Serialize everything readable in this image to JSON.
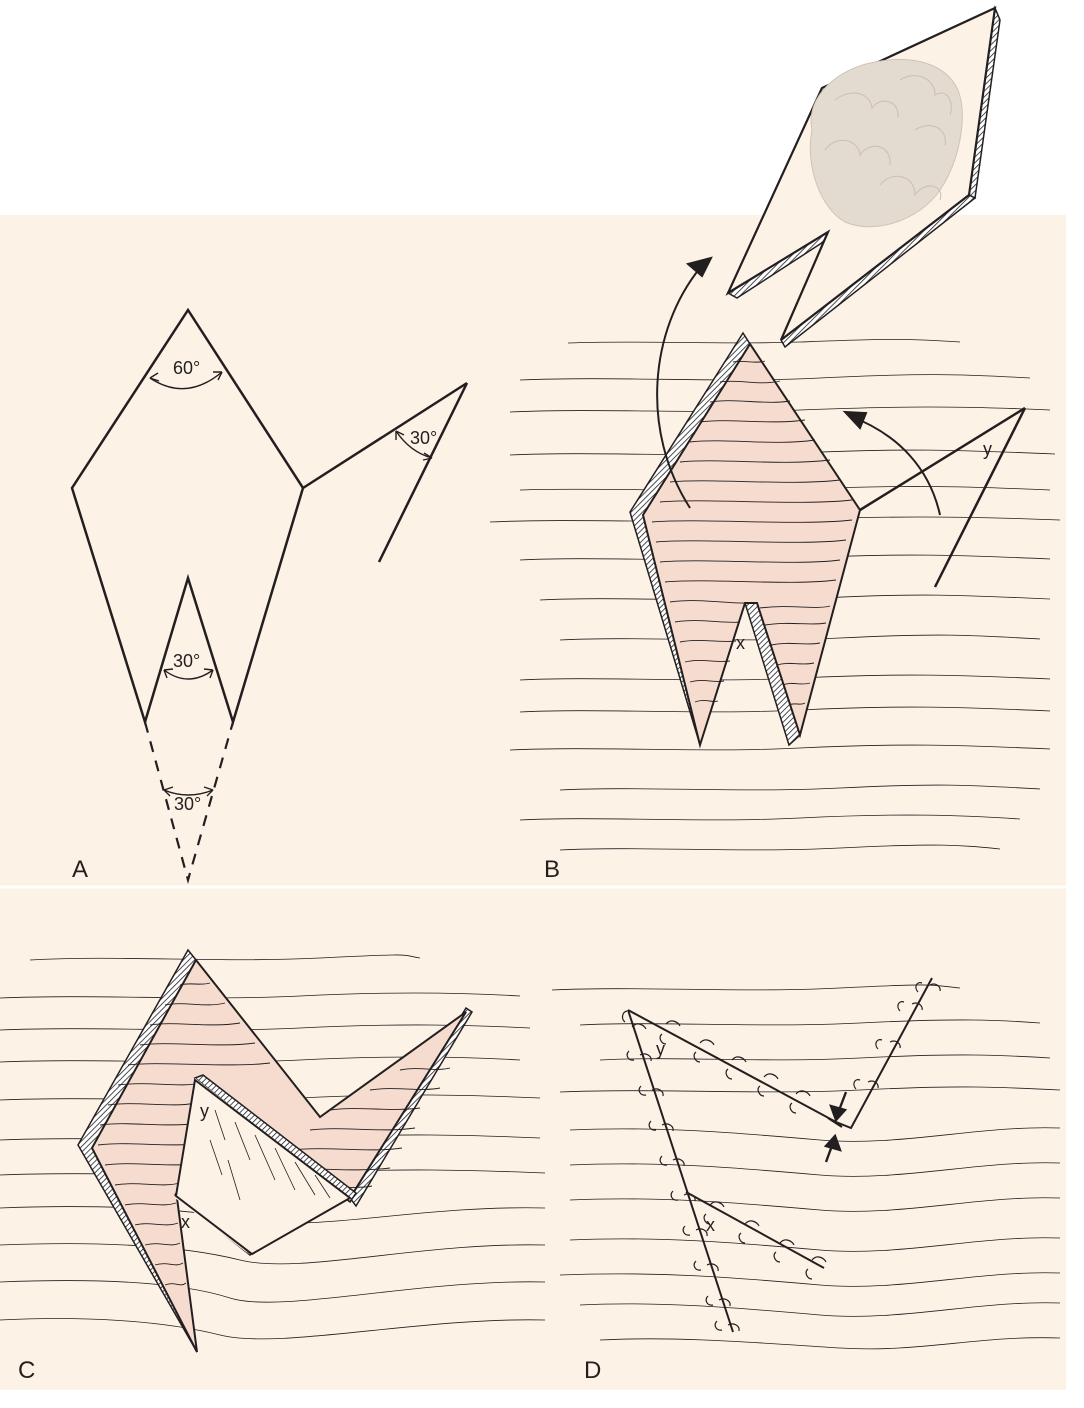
{
  "figure": {
    "colors": {
      "background": "#fdf2e6",
      "skin": "#f6dccf",
      "ink": "#231f20",
      "lesion": "#e3dbd0"
    },
    "panels": [
      {
        "letter": "A",
        "angles": [
          "60°",
          "30°",
          "30°",
          "30°"
        ]
      },
      {
        "letter": "B",
        "labels": [
          "x",
          "y"
        ]
      },
      {
        "letter": "C",
        "labels": [
          "x",
          "y"
        ]
      },
      {
        "letter": "D",
        "labels": [
          "x",
          "y"
        ]
      }
    ]
  }
}
